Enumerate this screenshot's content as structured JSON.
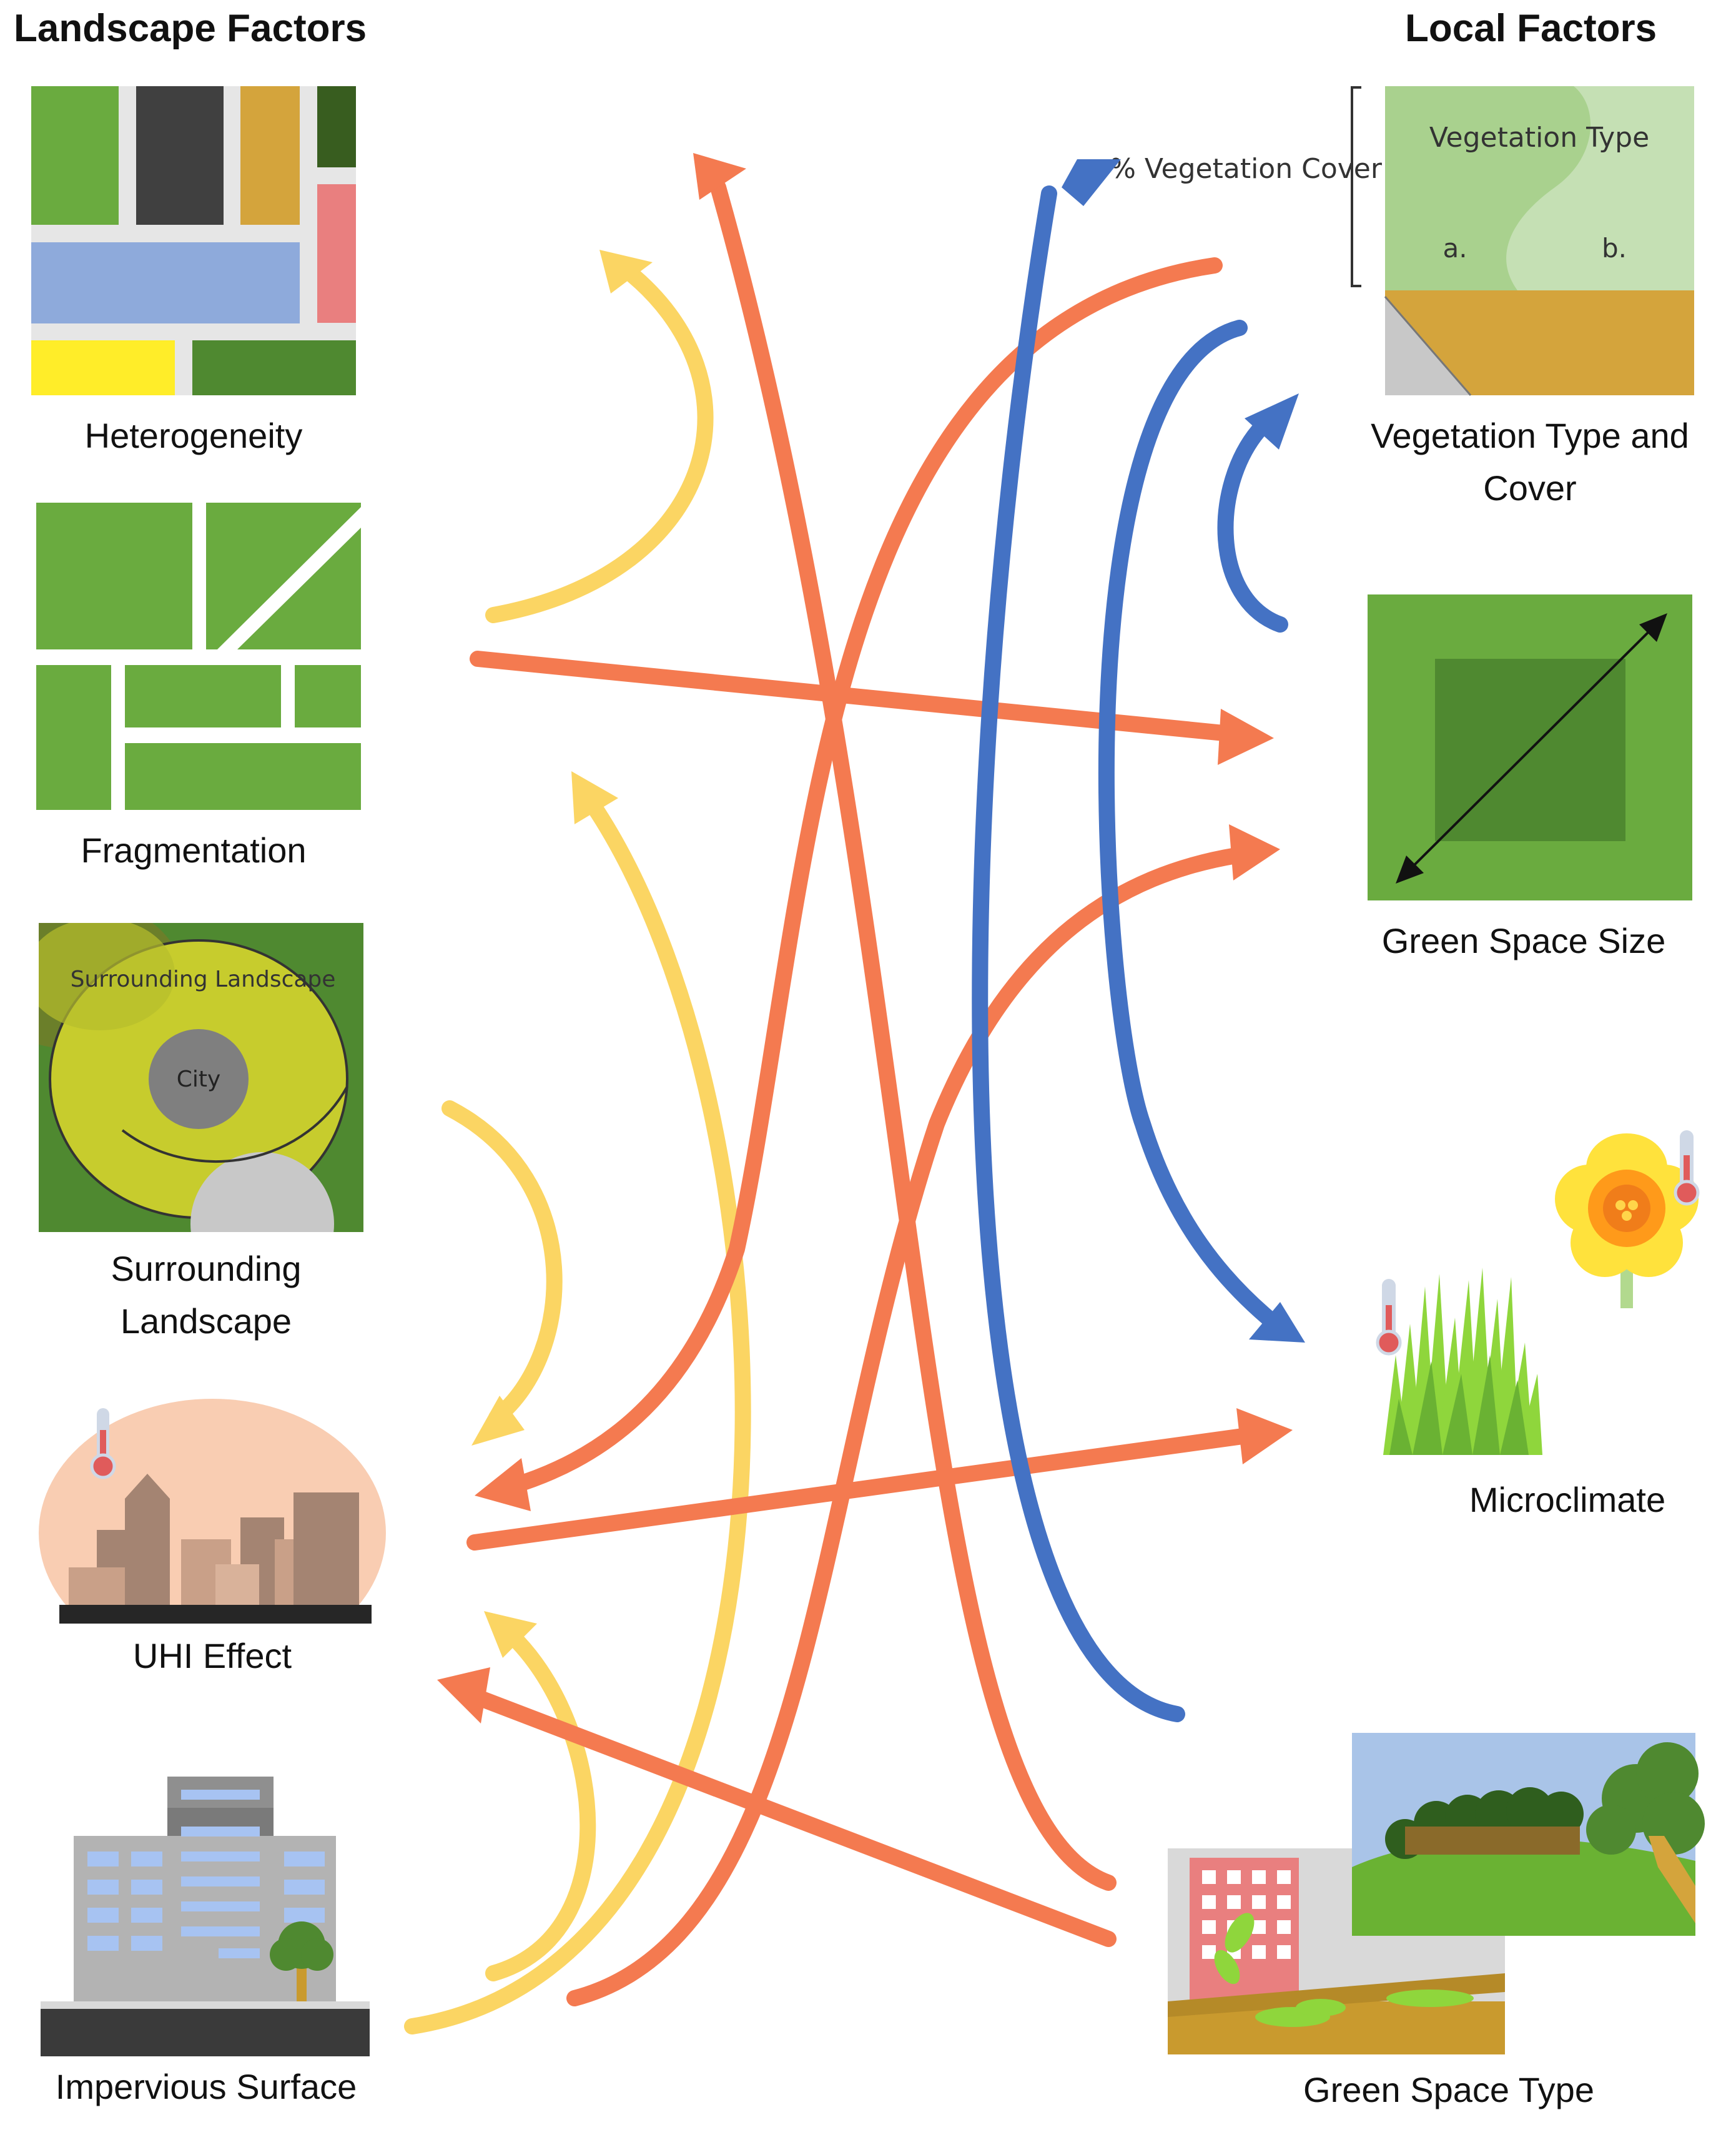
{
  "headers": {
    "landscape": "Landscape Factors",
    "local": "Local Factors"
  },
  "landscape_factors": [
    {
      "id": "heterogeneity",
      "label": "Heterogeneity"
    },
    {
      "id": "fragmentation",
      "label": "Fragmentation"
    },
    {
      "id": "surrounding",
      "label": "Surrounding Landscape"
    },
    {
      "id": "uhi",
      "label": "UHI Effect"
    },
    {
      "id": "impervious",
      "label": "Impervious Surface"
    }
  ],
  "local_factors": [
    {
      "id": "vegetation",
      "label": "Vegetation Type and Cover"
    },
    {
      "id": "size",
      "label": "Green Space Size"
    },
    {
      "id": "microclimate",
      "label": "Microclimate"
    },
    {
      "id": "type",
      "label": "Green Space Type"
    }
  ],
  "inline_labels": {
    "surrounding_landscape": "Surrounding Landscape",
    "city": "City",
    "veg_cover": "% Vegetation Cover",
    "veg_type": "Vegetation Type",
    "veg_a": "a.",
    "veg_b": "b."
  },
  "colors": {
    "orange": "#f47a50",
    "yellow": "#fbd563",
    "blue": "#4472c4",
    "green": "#6aab3f",
    "dark_green": "#4f8930"
  }
}
